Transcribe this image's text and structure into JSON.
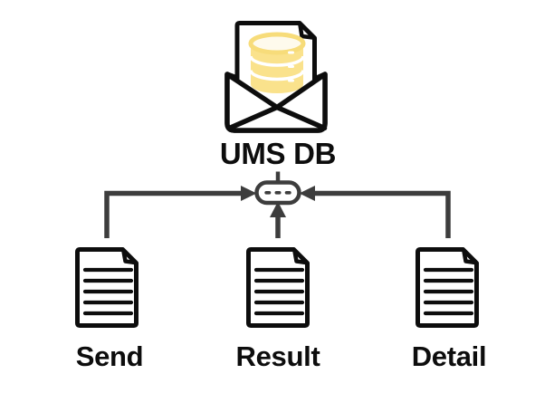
{
  "colors": {
    "bg": "#ffffff",
    "line": "#3d3d3d",
    "ink": "#0d0d0d",
    "db-yellow": "#fae28c",
    "db-outline": "#f7dc7a",
    "db-top": "#fefaec"
  },
  "nodes": {
    "ums_db": {
      "label": "UMS DB",
      "icon": "envelope-database-icon"
    },
    "merge": {
      "icon": "ellipsis-node-icon"
    },
    "documents": [
      {
        "label": "Send",
        "icon": "document-icon"
      },
      {
        "label": "Result",
        "icon": "document-icon"
      },
      {
        "label": "Detail",
        "icon": "document-icon"
      }
    ]
  },
  "connections": [
    {
      "from": "Send",
      "to": "merge-node"
    },
    {
      "from": "Result",
      "to": "merge-node"
    },
    {
      "from": "Detail",
      "to": "merge-node"
    },
    {
      "from": "merge-node",
      "to": "UMS DB"
    }
  ]
}
